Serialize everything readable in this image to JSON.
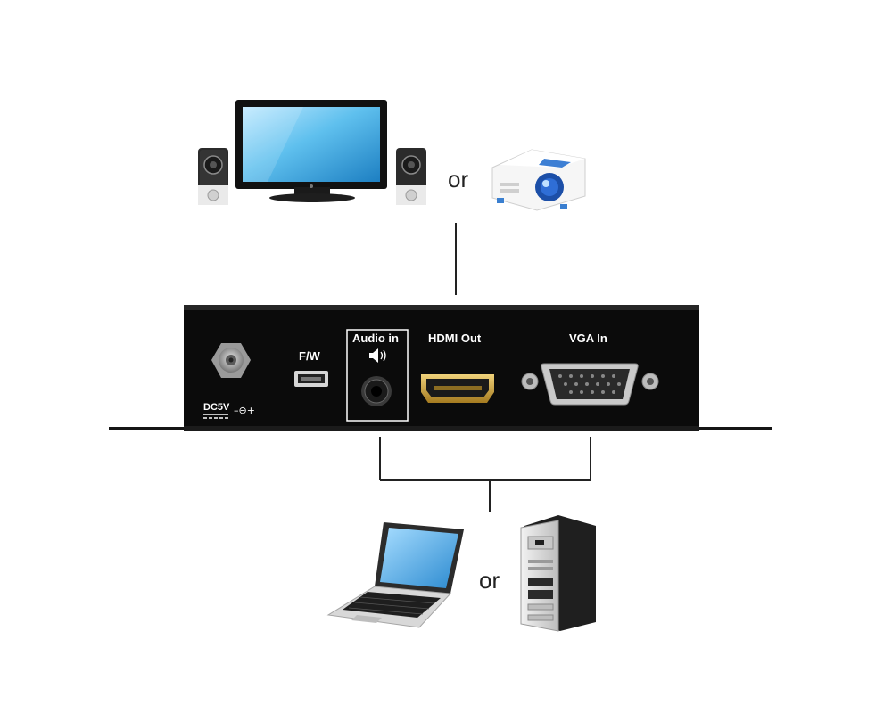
{
  "top_devices": {
    "or_label": "or",
    "icons": [
      "tv-icon",
      "speaker-icon",
      "projector-icon"
    ]
  },
  "bottom_devices": {
    "or_label": "or",
    "icons": [
      "laptop-icon",
      "desktop-tower-icon"
    ]
  },
  "device_panel": {
    "ports": {
      "dc": "DC5V",
      "dc_polarity": "–⊖+",
      "fw": "F/W",
      "audio_in": "Audio in",
      "hdmi_out": "HDMI Out",
      "vga_in": "VGA In"
    },
    "icons": [
      "power-jack-icon",
      "usb-port-icon",
      "speaker-symbol-icon",
      "audio-jack-icon",
      "hdmi-port-icon",
      "vga-port-icon"
    ]
  },
  "colors": {
    "panel": "#0b0b0b",
    "connector_line": "#222222",
    "hdmi_gold": "#c9a24a",
    "screen_blue": "#5fc0ee"
  }
}
